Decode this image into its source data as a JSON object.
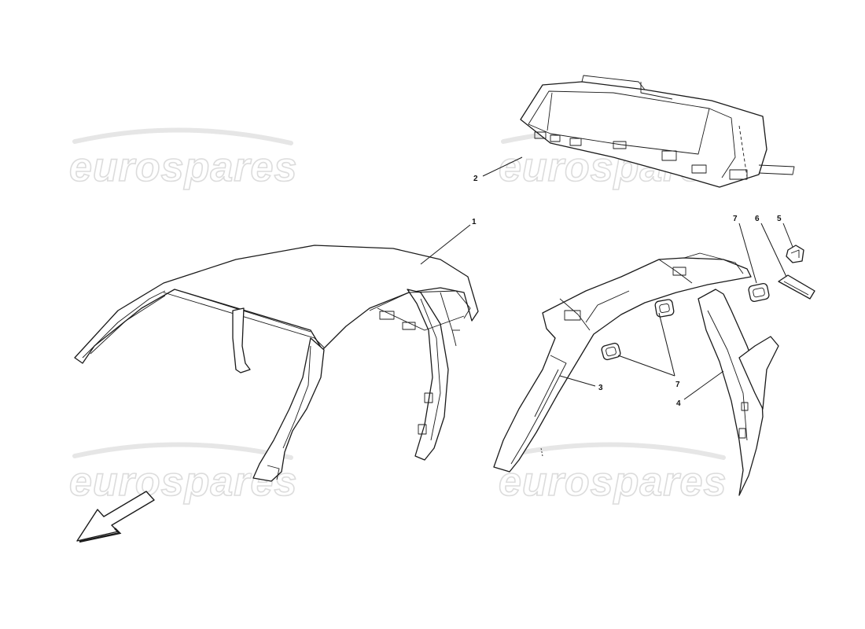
{
  "watermark": {
    "text": "eurospares",
    "color": "#dcdcdc"
  },
  "callouts": {
    "c1": "1",
    "c2": "2",
    "c3": "3",
    "c4": "4",
    "c5": "5",
    "c6": "6",
    "c7_top": "7",
    "c7_bottom": "7"
  },
  "icons": {
    "direction_arrow": "front-direction-arrow-icon"
  },
  "colors": {
    "line": "#1a1a1a",
    "background": "#ffffff"
  }
}
